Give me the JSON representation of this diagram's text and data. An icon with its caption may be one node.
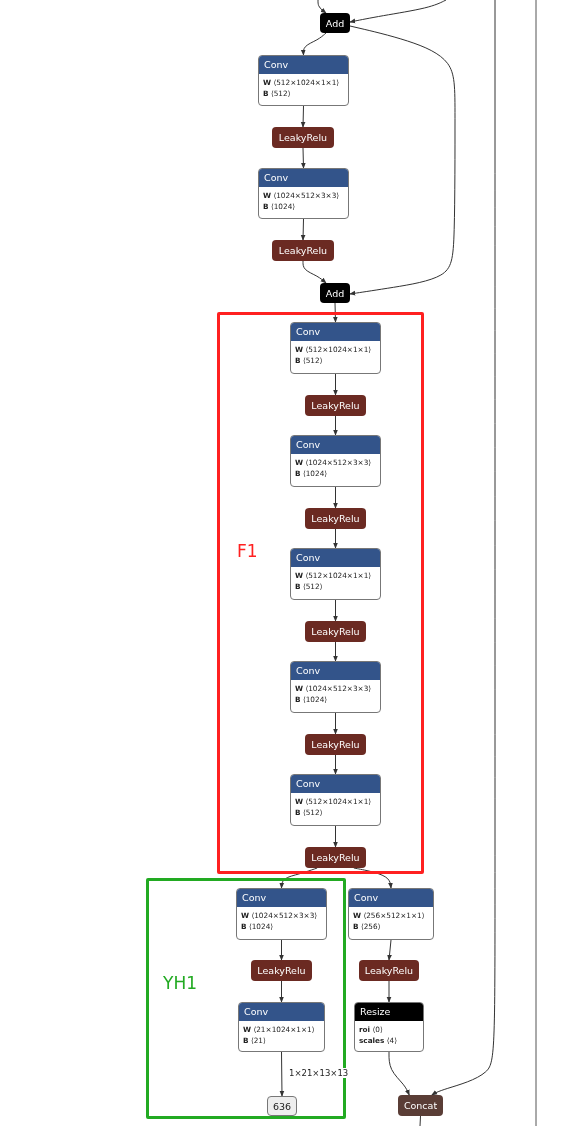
{
  "diagram": {
    "nodes": [
      {
        "text": [
          "Add"
        ]
      },
      {
        "text": [
          "Conv",
          "**W** ⟨512×1024×1×1⟩",
          "**B** ⟨512⟩"
        ]
      },
      {
        "text": [
          "LeakyRelu"
        ]
      },
      {
        "text": [
          "Conv",
          "**W** ⟨1024×512×3×3⟩",
          "**B** ⟨1024⟩"
        ]
      },
      {
        "text": [
          "LeakyRelu"
        ]
      },
      {
        "text": [
          "Add"
        ]
      },
      {
        "text": [
          "F1"
        ]
      },
      {
        "text": [
          "Conv",
          "**W** ⟨512×1024×1×1⟩",
          "**B** ⟨512⟩"
        ],
        "in": 6
      },
      {
        "text": [
          "LeakyRelu"
        ],
        "in": 6
      },
      {
        "text": [
          "Conv",
          "**W** ⟨1024×512×3×3⟩",
          "**B** ⟨1024⟩"
        ],
        "in": 6
      },
      {
        "text": [
          "LeakyRelu"
        ],
        "in": 6
      },
      {
        "text": [
          "Conv",
          "**W** ⟨512×1024×1×1⟩",
          "**B** ⟨512⟩"
        ],
        "in": 6
      },
      {
        "text": [
          "LeakyRelu"
        ],
        "in": 6
      },
      {
        "text": [
          "Conv",
          "**W** ⟨1024×512×3×3⟩",
          "**B** ⟨1024⟩"
        ],
        "in": 6
      },
      {
        "text": [
          "LeakyRelu"
        ],
        "in": 6
      },
      {
        "text": [
          "Conv",
          "**W** ⟨512×1024×1×1⟩",
          "**B** ⟨512⟩"
        ],
        "in": 6
      },
      {
        "text": [
          "LeakyRelu"
        ],
        "in": 6
      },
      {
        "text": [
          "YH1"
        ]
      },
      {
        "text": [
          "Conv",
          "**W** ⟨1024×512×3×3⟩",
          "**B** ⟨1024⟩"
        ],
        "in": 17
      },
      {
        "text": [
          "LeakyRelu"
        ],
        "in": 17
      },
      {
        "text": [
          "Conv",
          "**W** ⟨21×1024×1×1⟩",
          "**B** ⟨21⟩"
        ],
        "in": 17
      },
      {
        "text": [
          "636"
        ],
        "in": 17
      },
      {
        "text": [
          "Conv",
          "**W** ⟨256×512×1×1⟩",
          "**B** ⟨256⟩"
        ]
      },
      {
        "text": [
          "LeakyRelu"
        ]
      },
      {
        "text": [
          "Resize",
          "**roi** ⟨0⟩",
          "**scales** ⟨4⟩"
        ]
      },
      {
        "text": [
          "Concat"
        ]
      }
    ],
    "edges": [
      {
        "from": null,
        "to": 0,
        "arrow": "to"
      },
      {
        "from": null,
        "to": 0,
        "arrow": "to"
      },
      {
        "from": 0,
        "to": 1,
        "arrow": "to"
      },
      {
        "from": 1,
        "to": 2,
        "arrow": "to"
      },
      {
        "from": 2,
        "to": 3,
        "arrow": "to"
      },
      {
        "from": 3,
        "to": 4,
        "arrow": "to"
      },
      {
        "from": 4,
        "to": 5,
        "arrow": "to"
      },
      {
        "from": 0,
        "to": 5,
        "arrow": "to"
      },
      {
        "from": 5,
        "to": 7,
        "arrow": "to"
      },
      {
        "from": 7,
        "to": 8,
        "arrow": "to"
      },
      {
        "from": 8,
        "to": 9,
        "arrow": "to"
      },
      {
        "from": 9,
        "to": 10,
        "arrow": "to"
      },
      {
        "from": 10,
        "to": 11,
        "arrow": "to"
      },
      {
        "from": 11,
        "to": 12,
        "arrow": "to"
      },
      {
        "from": 12,
        "to": 13,
        "arrow": "to"
      },
      {
        "from": 13,
        "to": 14,
        "arrow": "to"
      },
      {
        "from": 14,
        "to": 15,
        "arrow": "to"
      },
      {
        "from": 15,
        "to": 16,
        "arrow": "to"
      },
      {
        "from": 16,
        "to": 18,
        "arrow": "to"
      },
      {
        "from": 16,
        "to": 22,
        "arrow": "to"
      },
      {
        "from": 18,
        "to": 19,
        "arrow": "to"
      },
      {
        "from": 19,
        "to": 20,
        "arrow": "to"
      },
      {
        "from": 20,
        "to": 21,
        "arrow": "to",
        "label": "1×21×13×13"
      },
      {
        "from": 22,
        "to": 23,
        "arrow": "to"
      },
      {
        "from": 23,
        "to": 24,
        "arrow": "to"
      },
      {
        "from": 24,
        "to": 25,
        "arrow": "to"
      },
      {
        "from": null,
        "to": 25,
        "arrow": "to"
      },
      {
        "from": 25,
        "to": null,
        "arrow": "none"
      }
    ]
  }
}
